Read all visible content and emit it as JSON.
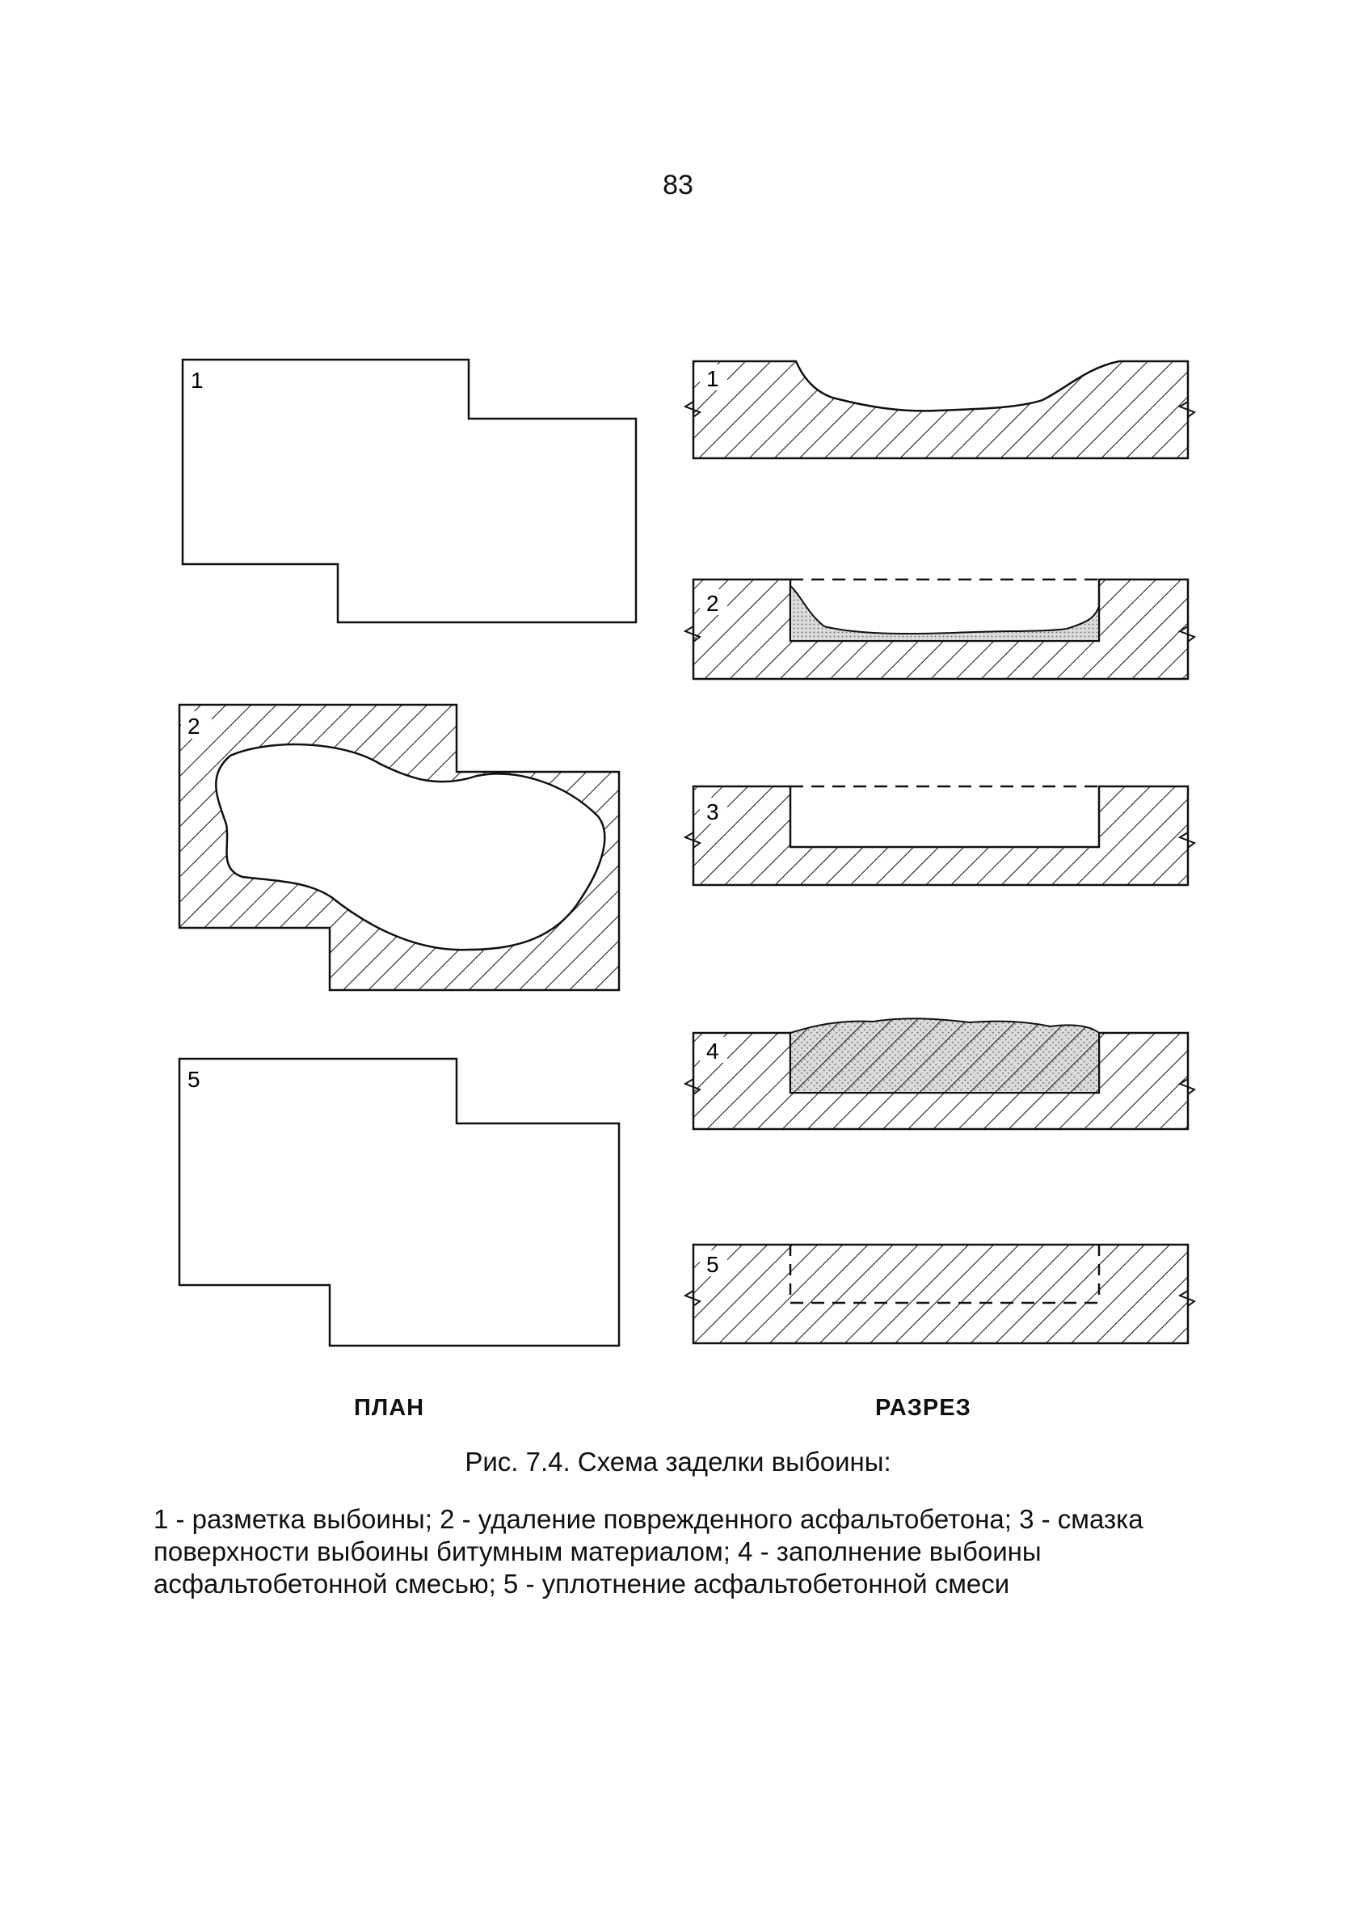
{
  "page_number": "83",
  "plan": {
    "label": "ПЛАН",
    "steps": [
      "1",
      "2",
      "5"
    ]
  },
  "section": {
    "label": "РАЗРЕЗ",
    "steps": [
      "1",
      "2",
      "3",
      "4",
      "5"
    ]
  },
  "caption": {
    "title": "Рис. 7.4. Схема заделки выбоины:",
    "body": "1 - разметка выбоины; 2 - удаление поврежденного асфальтобетона; 3 - смазка поверхности выбоины битумным материалом; 4 - заполнение выбоины асфальтобетонной смесью; 5 - уплотнение асфальтобетонной смеси"
  },
  "colors": {
    "line": "#111111",
    "stipple": "#bdbdbd"
  }
}
